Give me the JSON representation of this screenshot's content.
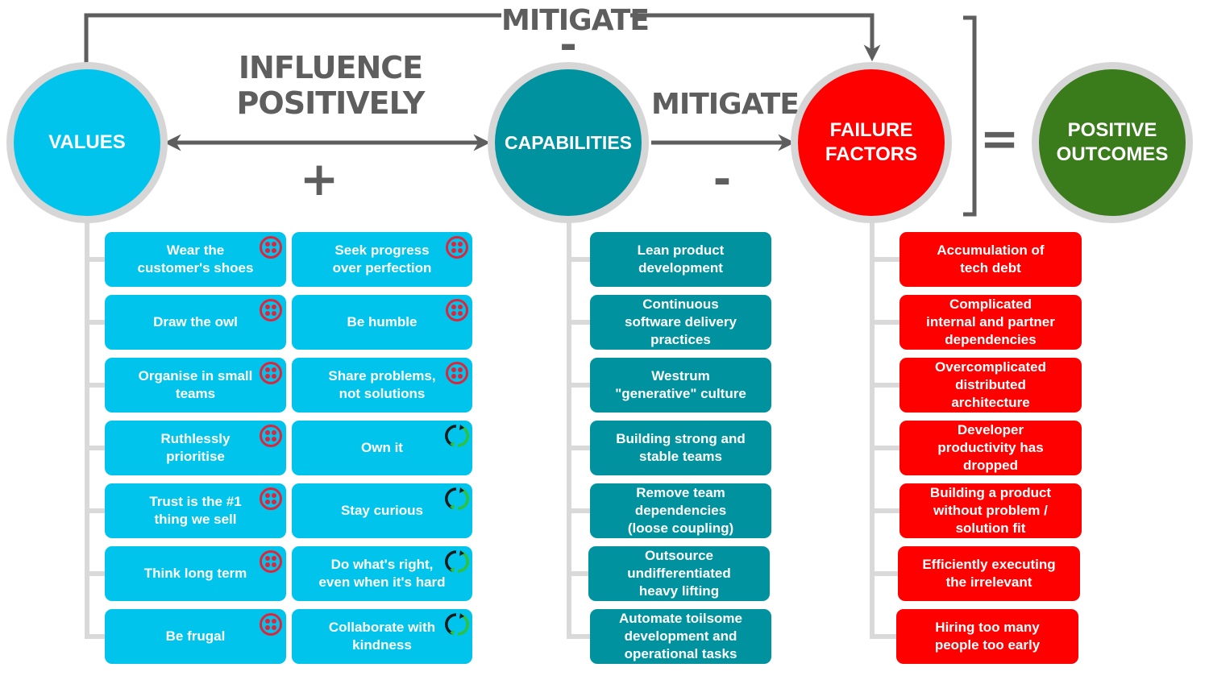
{
  "colors": {
    "values": "#00c4ec",
    "capabilities": "#01929f",
    "failure": "#fe0000",
    "positive": "#3a7b1c",
    "ring": "#d6d6d6",
    "arrow": "#5e5e5e",
    "connector": "#d9d9d9",
    "twilio_icon": "#e0253a",
    "cycle_icon_dark": "#1a1a1a",
    "cycle_icon_green": "#2fc13a"
  },
  "circles": {
    "values": "VALUES",
    "capabilities": "CAPABILITIES",
    "failure": "FAILURE\nFACTORS",
    "positive": "POSITIVE\nOUTCOMES"
  },
  "labels": {
    "mitigate_top": "MITIGATE",
    "minus_top": "-",
    "influence": "INFLUENCE\nPOSITIVELY",
    "plus": "+",
    "mitigate_mid": "MITIGATE",
    "minus_mid": "-",
    "equals": "="
  },
  "values_left": [
    {
      "text": "Wear the\ncustomer's shoes",
      "icon": "twilio-icon"
    },
    {
      "text": "Draw the owl",
      "icon": "twilio-icon"
    },
    {
      "text": "Organise in small\nteams",
      "icon": "twilio-icon"
    },
    {
      "text": "Ruthlessly\nprioritise",
      "icon": "twilio-icon"
    },
    {
      "text": "Trust is the #1\nthing we sell",
      "icon": "twilio-icon"
    },
    {
      "text": "Think long term",
      "icon": "twilio-icon"
    },
    {
      "text": "Be frugal",
      "icon": "twilio-icon"
    }
  ],
  "values_right": [
    {
      "text": "Seek progress\nover perfection",
      "icon": "twilio-icon"
    },
    {
      "text": "Be humble",
      "icon": "twilio-icon"
    },
    {
      "text": "Share problems,\nnot solutions",
      "icon": "twilio-icon"
    },
    {
      "text": "Own it",
      "icon": "cycle-icon"
    },
    {
      "text": "Stay curious",
      "icon": "cycle-icon"
    },
    {
      "text": "Do what's right,\neven when it's hard",
      "icon": "cycle-icon"
    },
    {
      "text": "Collaborate with\nkindness",
      "icon": "cycle-icon"
    }
  ],
  "capabilities": [
    "Lean product\ndevelopment",
    "Continuous\nsoftware delivery\npractices",
    "Westrum\n\"generative\" culture",
    "Building strong and\nstable teams",
    "Remove team\ndependencies\n(loose coupling)",
    "Outsource\nundifferentiated\nheavy lifting",
    "Automate toilsome\ndevelopment and\noperational tasks"
  ],
  "failure_factors": [
    "Accumulation of\ntech debt",
    "Complicated\ninternal and partner\ndependencies",
    "Overcomplicated\ndistributed\narchitecture",
    "Developer\nproductivity has\ndropped",
    "Building a product\nwithout problem /\nsolution fit",
    "Efficiently executing\nthe irrelevant",
    "Hiring too many\npeople too early"
  ]
}
